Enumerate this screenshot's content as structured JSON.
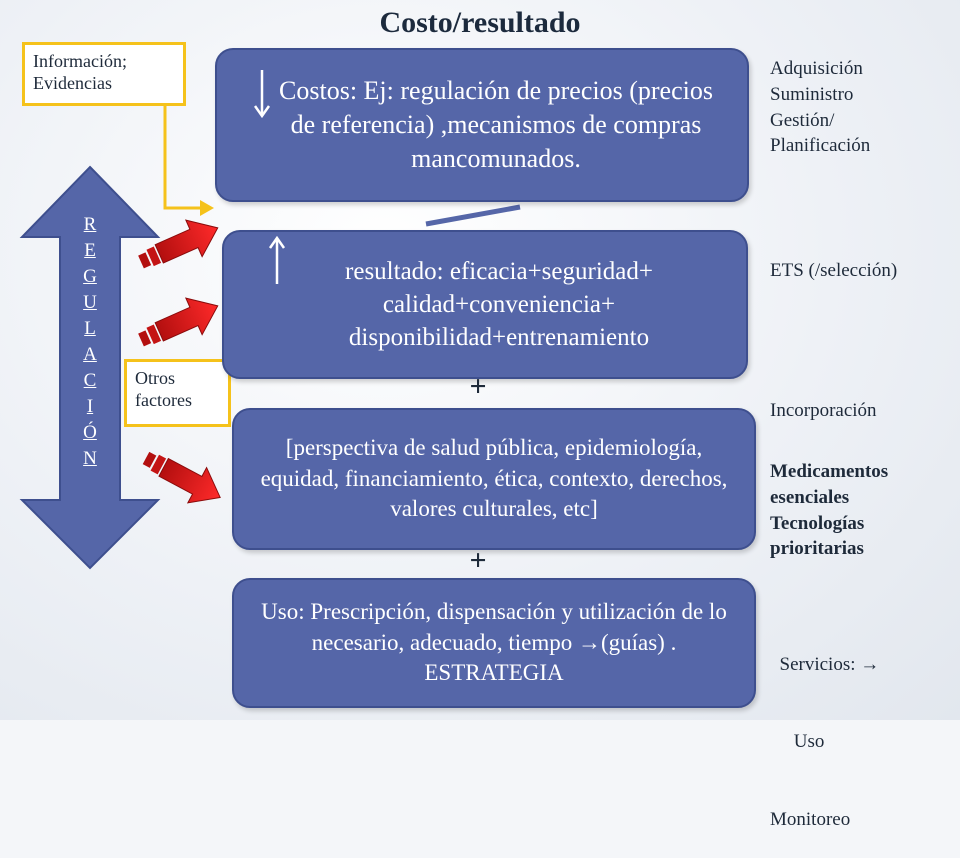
{
  "title": "Costo/resultado",
  "boxes": [
    {
      "text": "Costos: Ej: regulación de precios (precios de referencia) ,mecanismos de compras mancomunados.",
      "arrow": "down"
    },
    {
      "text": "resultado: eficacia+seguridad+ calidad+conveniencia+ disponibilidad+entrenamiento",
      "arrow": "up"
    },
    {
      "text": "[perspectiva de salud pública, epidemiología, equidad, financiamiento, ética, contexto, derechos, valores culturales, etc]"
    },
    {
      "text": "Uso: Prescripción, dispensación y utilización de lo necesario, adecuado, tiempo →(guías) .  ESTRATEGIA"
    }
  ],
  "notes": {
    "info": [
      "Información;",
      "Evidencias"
    ],
    "otros": [
      "Otros",
      "factores"
    ]
  },
  "right_labels": {
    "group1": [
      "Adquisición",
      "Suministro",
      "Gestión/",
      "Planificación"
    ],
    "group2": [
      "ETS (/selección)"
    ],
    "group3": [
      "Incorporación"
    ],
    "group4": [
      "Medicamentos",
      "esenciales",
      "Tecnologías",
      "prioritarias"
    ],
    "group5": [
      "  Servicios: →",
      "     Uso",
      "Monitoreo"
    ]
  },
  "plus": [
    "+",
    "+"
  ],
  "regulacion_letters": [
    "R",
    "E",
    "G",
    "U",
    "L",
    "A",
    "C",
    "I",
    "Ó",
    "N"
  ],
  "colors": {
    "box_fill": "#5566a8",
    "note_border": "#f5c21b",
    "red_arrow": "#e01b1b",
    "double_arrow": "#5566a8"
  }
}
